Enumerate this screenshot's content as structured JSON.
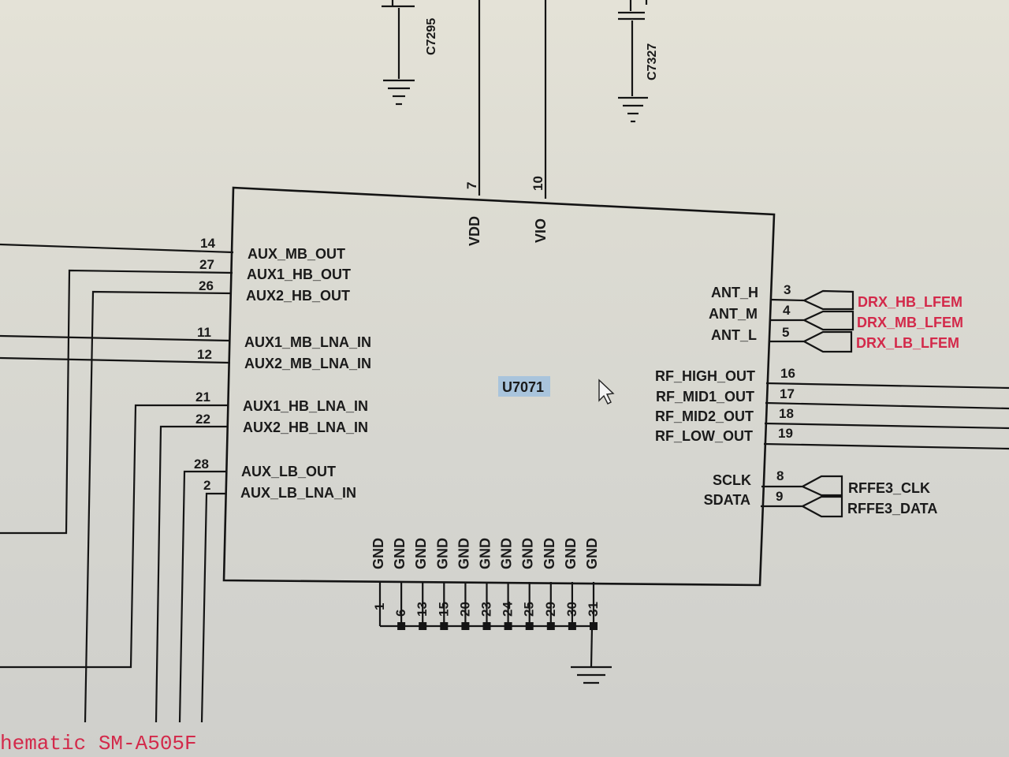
{
  "component": {
    "refdes": "U7071",
    "left_pins": [
      {
        "num": "14",
        "name": "AUX_MB_OUT"
      },
      {
        "num": "27",
        "name": "AUX1_HB_OUT"
      },
      {
        "num": "26",
        "name": "AUX2_HB_OUT"
      },
      {
        "num": "11",
        "name": "AUX1_MB_LNA_IN"
      },
      {
        "num": "12",
        "name": "AUX2_MB_LNA_IN"
      },
      {
        "num": "21",
        "name": "AUX1_HB_LNA_IN"
      },
      {
        "num": "22",
        "name": "AUX2_HB_LNA_IN"
      },
      {
        "num": "28",
        "name": "AUX_LB_OUT"
      },
      {
        "num": "2",
        "name": "AUX_LB_LNA_IN"
      }
    ],
    "top_pins": [
      {
        "num": "7",
        "name": "VDD"
      },
      {
        "num": "10",
        "name": "VIO"
      }
    ],
    "right_pins": [
      {
        "num": "3",
        "name": "ANT_H"
      },
      {
        "num": "4",
        "name": "ANT_M"
      },
      {
        "num": "5",
        "name": "ANT_L"
      },
      {
        "num": "16",
        "name": "RF_HIGH_OUT"
      },
      {
        "num": "17",
        "name": "RF_MID1_OUT"
      },
      {
        "num": "18",
        "name": "RF_MID2_OUT"
      },
      {
        "num": "19",
        "name": "RF_LOW_OUT"
      },
      {
        "num": "8",
        "name": "SCLK"
      },
      {
        "num": "9",
        "name": "SDATA"
      }
    ],
    "bottom_pins": [
      {
        "num": "1",
        "name": "GND"
      },
      {
        "num": "6",
        "name": "GND"
      },
      {
        "num": "13",
        "name": "GND"
      },
      {
        "num": "15",
        "name": "GND"
      },
      {
        "num": "20",
        "name": "GND"
      },
      {
        "num": "23",
        "name": "GND"
      },
      {
        "num": "24",
        "name": "GND"
      },
      {
        "num": "25",
        "name": "GND"
      },
      {
        "num": "29",
        "name": "GND"
      },
      {
        "num": "30",
        "name": "GND"
      },
      {
        "num": "31",
        "name": "GND"
      }
    ]
  },
  "capacitors": [
    "C7295",
    "C7327"
  ],
  "net_labels": {
    "ant": [
      "DRX_HB_LFEM",
      "DRX_MB_LFEM",
      "DRX_LB_LFEM"
    ],
    "ctrl": [
      "RFFE3_CLK",
      "RFFE3_DATA"
    ]
  },
  "footer_text": "hematic SM-A505F",
  "colors": {
    "net_red": "#d3294a",
    "refdes_highlight": "#a9c4dc",
    "ink": "#141414"
  }
}
